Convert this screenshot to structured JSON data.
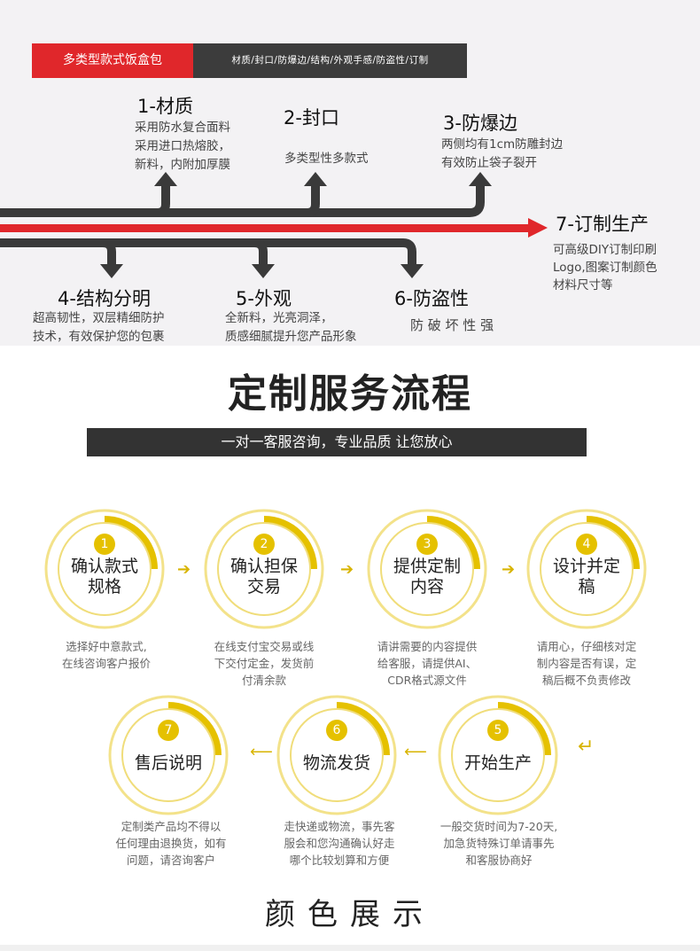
{
  "header": {
    "red_label": "多类型款式饭盒包",
    "dark_label": "材质/封口/防爆边/结构/外观手感/防盗性/订制"
  },
  "features": [
    {
      "title": "1-材质",
      "desc": [
        "采用防水复合面料",
        "采用进口热熔胶，",
        "新料，内附加厚膜"
      ]
    },
    {
      "title": "2-封口",
      "desc": [
        "多类型性多款式"
      ]
    },
    {
      "title": "3-防爆边",
      "desc": [
        "两侧均有1cm防雕封边",
        "有效防止袋子裂开"
      ]
    },
    {
      "title": "4-结构分明",
      "desc": [
        "超高韧性，双层精细防护",
        "技术，有效保护您的包裹"
      ]
    },
    {
      "title": "5-外观",
      "desc": [
        "全新料，光亮洞泽，",
        "质感细腻提升您产品形象"
      ]
    },
    {
      "title": "6-防盗性",
      "desc": [
        "防 破 坏 性 强"
      ]
    },
    {
      "title": "7-订制生产",
      "desc": [
        "可高级DIY订制印刷",
        "Logo,图案订制颜色",
        "材料尺寸等"
      ]
    }
  ],
  "flow": {
    "title": "定制服务流程",
    "subtitle": "一对一客服咨询，专业品质 让您放心",
    "steps": [
      {
        "num": "1",
        "label": [
          "确认款式",
          "规格"
        ],
        "desc": [
          "选择好中意款式,",
          "在线咨询客户报价"
        ]
      },
      {
        "num": "2",
        "label": [
          "确认担保",
          "交易"
        ],
        "desc": [
          "在线支付宝交易或线",
          "下交付定金，发货前",
          "付清余款"
        ]
      },
      {
        "num": "3",
        "label": [
          "提供定制",
          "内容"
        ],
        "desc": [
          "请讲需要的内容提供",
          "给客服，请提供AI、",
          "CDR格式源文件"
        ]
      },
      {
        "num": "4",
        "label": [
          "设计并定",
          "稿"
        ],
        "desc": [
          "请用心，仔细核对定",
          "制内容是否有误，定",
          "稿后概不负责修改"
        ]
      },
      {
        "num": "5",
        "label": [
          "开始生产"
        ],
        "desc": [
          "一般交货时间为7-20天,",
          "加急货特殊订单请事先",
          "和客服协商好"
        ]
      },
      {
        "num": "6",
        "label": [
          "物流发货"
        ],
        "desc": [
          "走快递或物流，事先客",
          "服会和您沟通确认好走",
          "哪个比较划算和方便"
        ]
      },
      {
        "num": "7",
        "label": [
          "售后说明"
        ],
        "desc": [
          "定制类产品均不得以",
          "任何理由退换货，如有",
          "问题，请咨询客户"
        ]
      }
    ]
  },
  "color_section": {
    "title": "颜色展示"
  },
  "colors": {
    "red": "#e0272b",
    "dark": "#3c3c3c",
    "gold": "#e5c100"
  },
  "icons": [
    "up-arrow-icon",
    "down-arrow-icon",
    "right-arrow-icon",
    "left-arrow-icon",
    "return-arrow-icon"
  ]
}
